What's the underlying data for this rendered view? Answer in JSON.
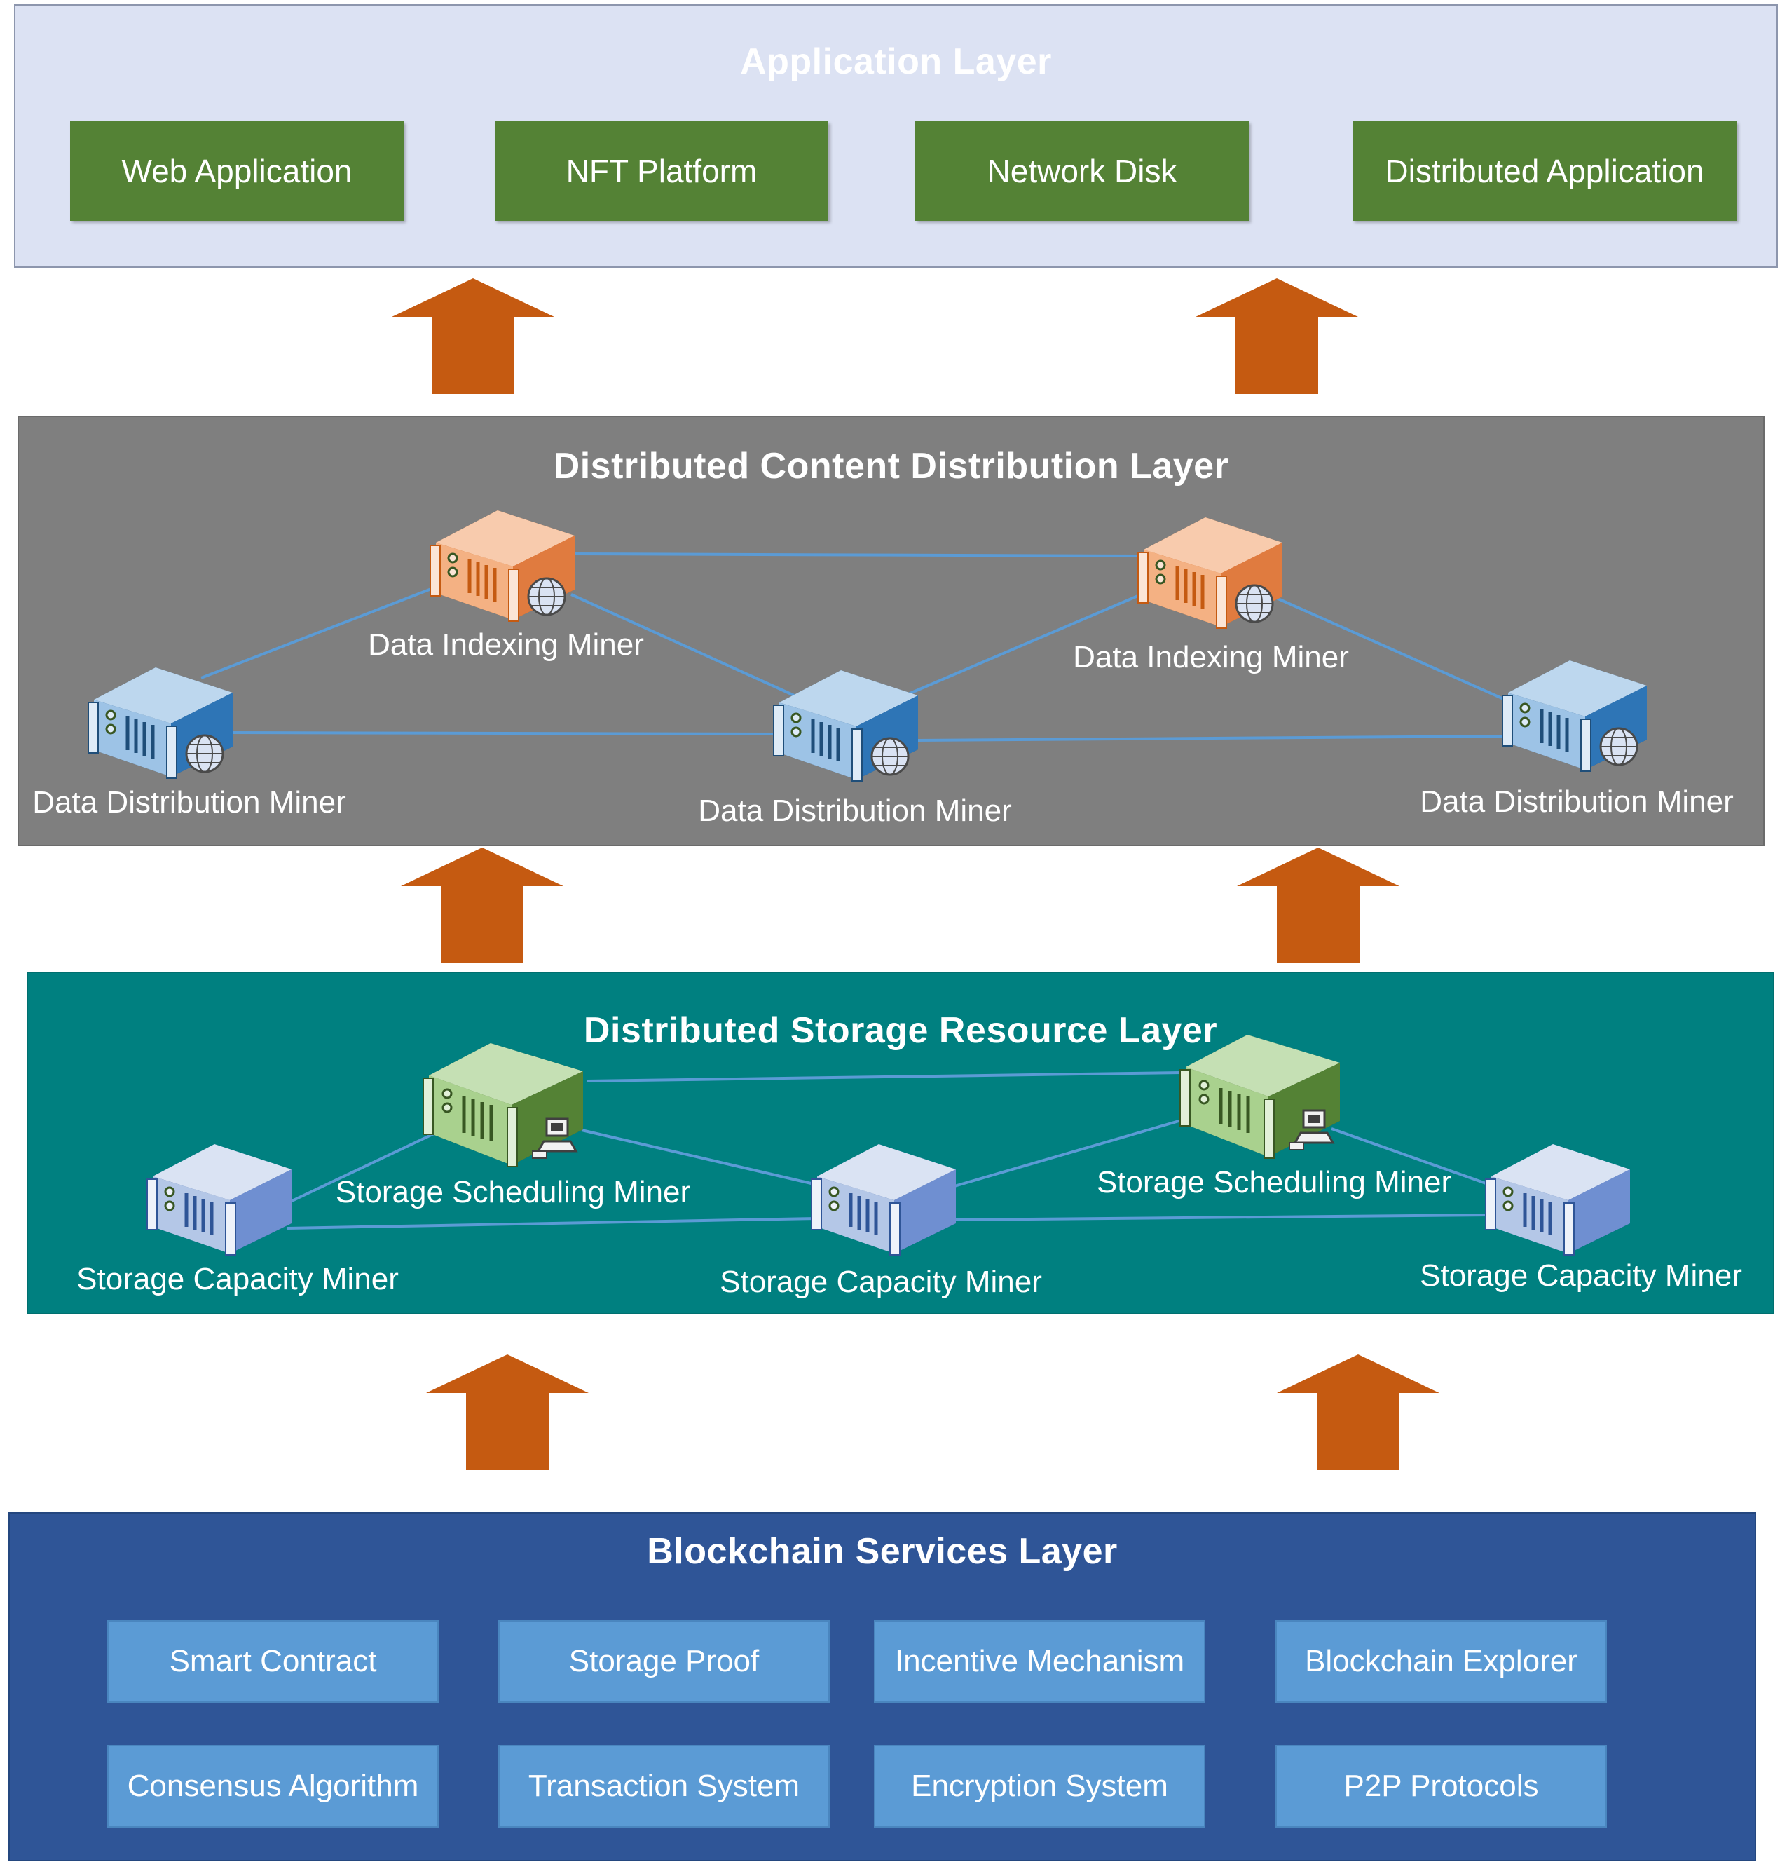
{
  "application_layer": {
    "title": "Application Layer",
    "boxes": [
      "Web Application",
      "NFT Platform",
      "Network Disk",
      "Distributed Application"
    ]
  },
  "content_layer": {
    "title": "Distributed Content Distribution Layer",
    "nodes": [
      {
        "label": "Data Indexing Miner",
        "type": "indexing"
      },
      {
        "label": "Data Indexing Miner",
        "type": "indexing"
      },
      {
        "label": "Data Distribution Miner",
        "type": "distribution"
      },
      {
        "label": "Data Distribution Miner",
        "type": "distribution"
      },
      {
        "label": "Data Distribution Miner",
        "type": "distribution"
      }
    ]
  },
  "storage_layer": {
    "title": "Distributed Storage Resource Layer",
    "nodes": [
      {
        "label": "Storage Scheduling Miner",
        "type": "scheduling"
      },
      {
        "label": "Storage Scheduling Miner",
        "type": "scheduling"
      },
      {
        "label": "Storage Capacity Miner",
        "type": "capacity"
      },
      {
        "label": "Storage Capacity Miner",
        "type": "capacity"
      },
      {
        "label": "Storage Capacity Miner",
        "type": "capacity"
      }
    ]
  },
  "blockchain_layer": {
    "title": "Blockchain Services Layer",
    "services": [
      "Smart Contract",
      "Storage Proof",
      "Incentive Mechanism",
      "Blockchain Explorer",
      "Consensus Algorithm",
      "Transaction System",
      "Encryption System",
      "P2P Protocols"
    ]
  },
  "colors": {
    "arrow": "#c55a11",
    "app_box": "#548235",
    "service_box": "#5b9bd5",
    "connector": "#5b9bd5",
    "indexing_server": "#f4b183",
    "distribution_server": "#5b9bd5",
    "scheduling_server": "#70ad47",
    "capacity_server": "#8faadc"
  },
  "icons": [
    "server-icon",
    "globe-icon",
    "computer-icon",
    "up-arrow-icon"
  ]
}
